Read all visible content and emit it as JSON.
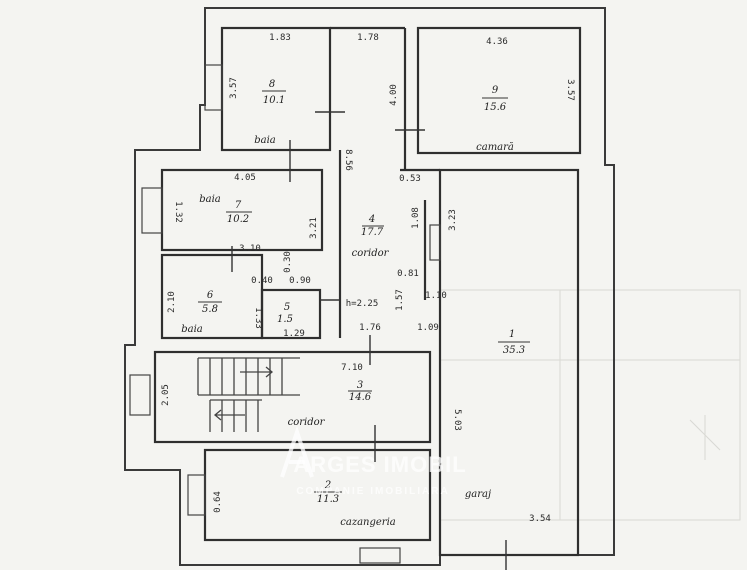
{
  "rooms": [
    {
      "num": "8",
      "area": "10.1",
      "name": "baia"
    },
    {
      "num": "9",
      "area": "15.6",
      "name": "camară"
    },
    {
      "num": "7",
      "area": "10.2",
      "name": "baia"
    },
    {
      "num": "4",
      "area": "17.7",
      "name": "coridor"
    },
    {
      "num": "6",
      "area": "5.8",
      "name": "baia"
    },
    {
      "num": "5",
      "area": "1.5",
      "name": ""
    },
    {
      "num": "1",
      "area": "35.3",
      "name": "garaj"
    },
    {
      "num": "3",
      "area": "14.6",
      "name": "coridor"
    },
    {
      "num": "2",
      "area": "11.3",
      "name": "cazangeria"
    }
  ],
  "dimensions": [
    "1.83",
    "1.78",
    "4.36",
    "3.57",
    "4.00",
    "3.57",
    "4.05",
    "8.56",
    "0.53",
    "1.32",
    "3.21",
    "1.08",
    "3.23",
    "3.10",
    "0.40",
    "0.30",
    "0.90",
    "0.81",
    "2.10",
    "1.33",
    "1.29",
    "2.25",
    "1.57",
    "1.10",
    "1.09",
    "1.76",
    "7.10",
    "2.05",
    "5.03",
    "0.64",
    "3.54"
  ],
  "note_small": "h=2.25",
  "watermark": {
    "brand": "ARGES IMOBIL",
    "tagline": "COMPANIE IMOBILIARA"
  }
}
